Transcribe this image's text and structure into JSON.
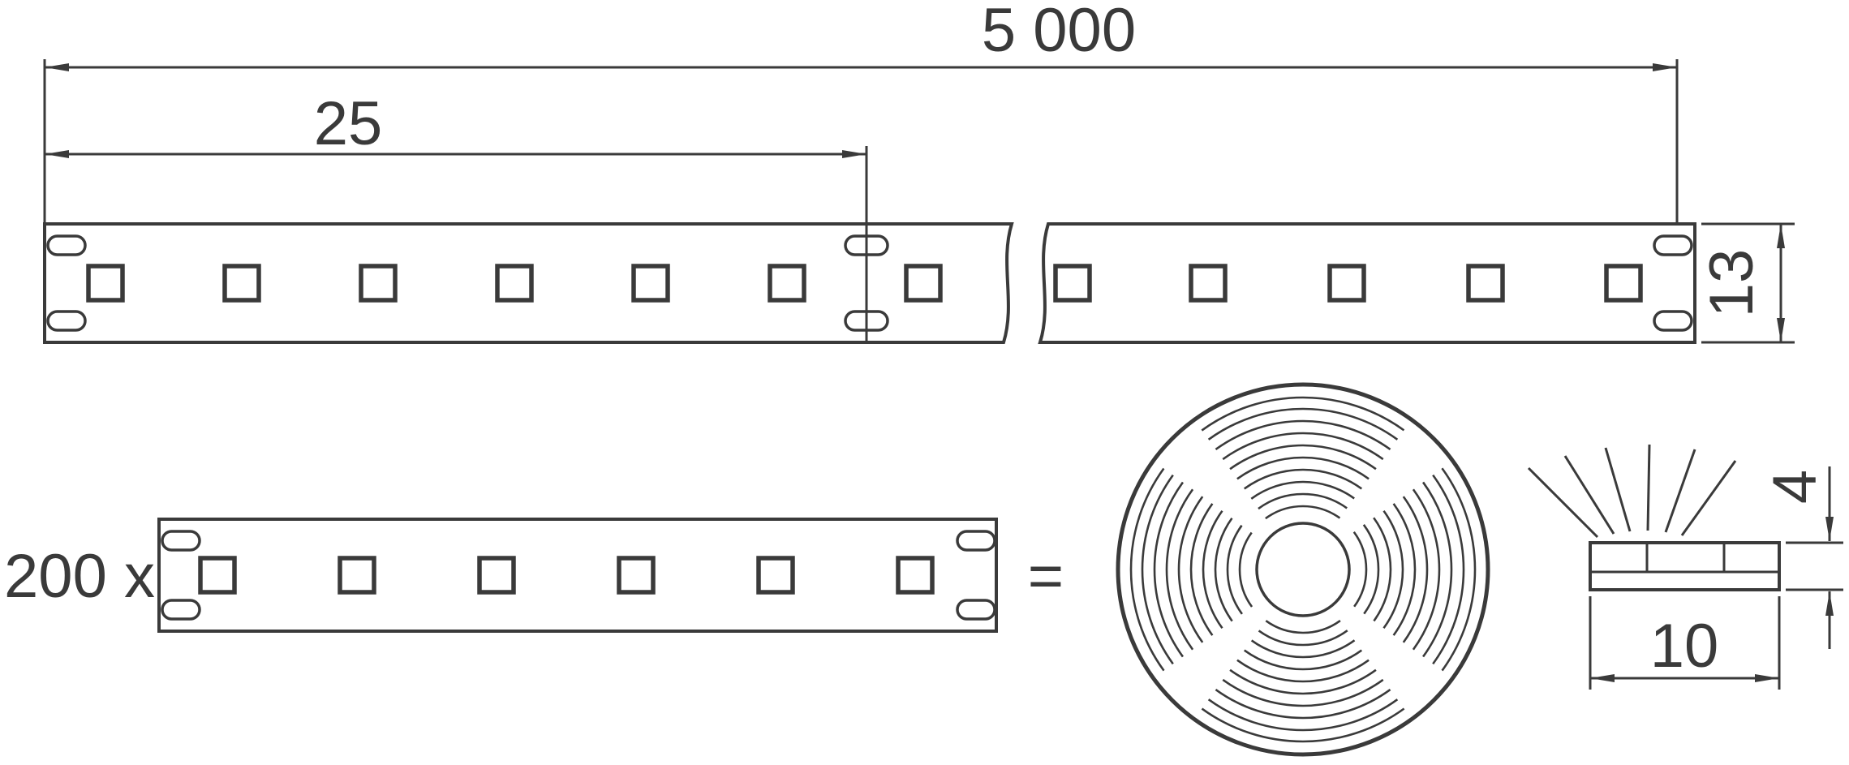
{
  "diagram": {
    "kind": "technical-dimension-drawing",
    "subject": "LED strip reel with dimensions",
    "labels": {
      "total_length": "5 000",
      "cut_increment": "25",
      "strip_width": "13",
      "quantity": "200 x",
      "equals": "=",
      "profile_height": "4",
      "profile_width": "10"
    },
    "figures": {
      "top_strip_leds_left_of_break": 7,
      "top_strip_leds_right_of_break": 5,
      "bottom_strip_leds": 6,
      "reel_winding_sectors": 4
    },
    "colors": {
      "line": "#3a3a3a",
      "background": "#ffffff"
    }
  }
}
